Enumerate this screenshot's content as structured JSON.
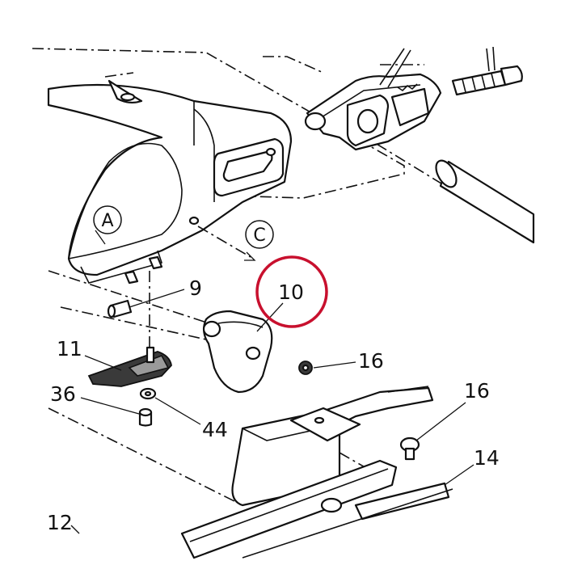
{
  "diagram": {
    "callouts": [
      {
        "id": "c-a",
        "text": "A"
      },
      {
        "id": "c-c",
        "text": "C"
      }
    ],
    "parts": [
      {
        "id": "p9",
        "text": "9"
      },
      {
        "id": "p10",
        "text": "10"
      },
      {
        "id": "p11",
        "text": "11"
      },
      {
        "id": "p12",
        "text": "12"
      },
      {
        "id": "p14",
        "text": "14"
      },
      {
        "id": "p16a",
        "text": "16"
      },
      {
        "id": "p16b",
        "text": "16"
      },
      {
        "id": "p36",
        "text": "36"
      },
      {
        "id": "p44",
        "text": "44"
      }
    ],
    "highlight_color": "#c8102e"
  }
}
